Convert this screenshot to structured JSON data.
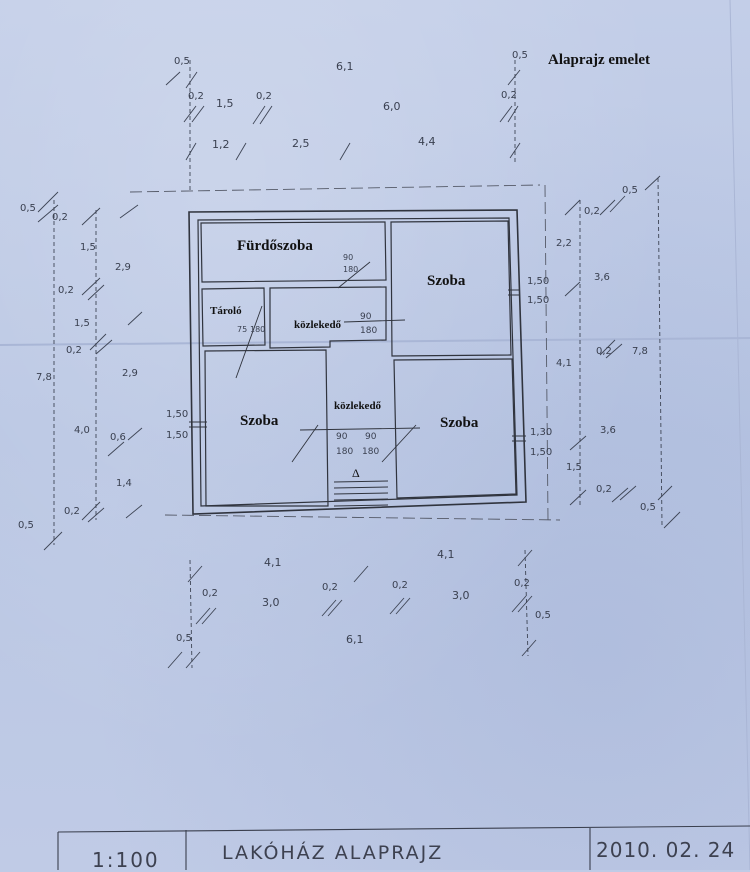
{
  "title": "Alaprajz emelet",
  "rooms": {
    "furdoszoba": "Fürdőszoba",
    "szoba_ne": "Szoba",
    "tarolo": "Tároló",
    "kozlekedo_upper": "közlekedő",
    "kozlekedo_lower": "közlekedő",
    "szoba_sw": "Szoba",
    "szoba_se": "Szoba"
  },
  "dimensions": {
    "top_05a": "0,5",
    "top_61": "6,1",
    "top_05b": "0,5",
    "top_02a": "0,2",
    "top_15": "1,5",
    "top_02b": "0,2",
    "top_60": "6,0",
    "top_02c": "0,2",
    "top_12": "1,2",
    "top_25": "2,5",
    "top_44": "4,4",
    "left_05": "0,5",
    "left_02a": "0,2",
    "left_15a": "1,5",
    "left_29a": "2,9",
    "left_02b": "0,2",
    "left_15b": "1,5",
    "left_02c": "0,2",
    "left_78": "7,8",
    "left_29b": "2,9",
    "left_40": "4,0",
    "left_06": "0,6",
    "left_14": "1,4",
    "left_02d": "0,2",
    "left_05b": "0,5",
    "right_02a": "0,2",
    "right_05a": "0,5",
    "right_22": "2,2",
    "right_36a": "3,6",
    "right_02b": "0,2",
    "right_78": "7,8",
    "right_41": "4,1",
    "right_36b": "3,6",
    "right_15": "1,5",
    "right_02c": "0,2",
    "right_05b": "0,5",
    "bot_41a": "4,1",
    "bot_41b": "4,1",
    "bot_02a": "0,2",
    "bot_30a": "3,0",
    "bot_02b": "0,2",
    "bot_02c": "0,2",
    "bot_30b": "3,0",
    "bot_02d": "0,2",
    "bot_05a": "0,5",
    "bot_61": "6,1",
    "bot_05b": "0,5"
  },
  "openings": {
    "w_left_top": "1,50",
    "w_left_bot": "1,50",
    "w_ne_top": "1,50",
    "w_ne_bot": "1,50",
    "w_se_top": "1,30",
    "w_se_bot": "1,50",
    "d_bath_top": "90",
    "d_bath_bot": "180",
    "d_tar_top": "75",
    "d_tar_bot": "180",
    "d_koz_top": "90",
    "d_koz_bot": "180",
    "d_sw_top": "90",
    "d_sw_bot": "180",
    "d_se_top": "90",
    "d_se_bot": "180"
  },
  "stair_marker": "Δ",
  "titleblock": {
    "scale": "1:100",
    "name": "LAKÓHÁZ ALAPRAJZ",
    "date": "2010. 02. 24"
  }
}
